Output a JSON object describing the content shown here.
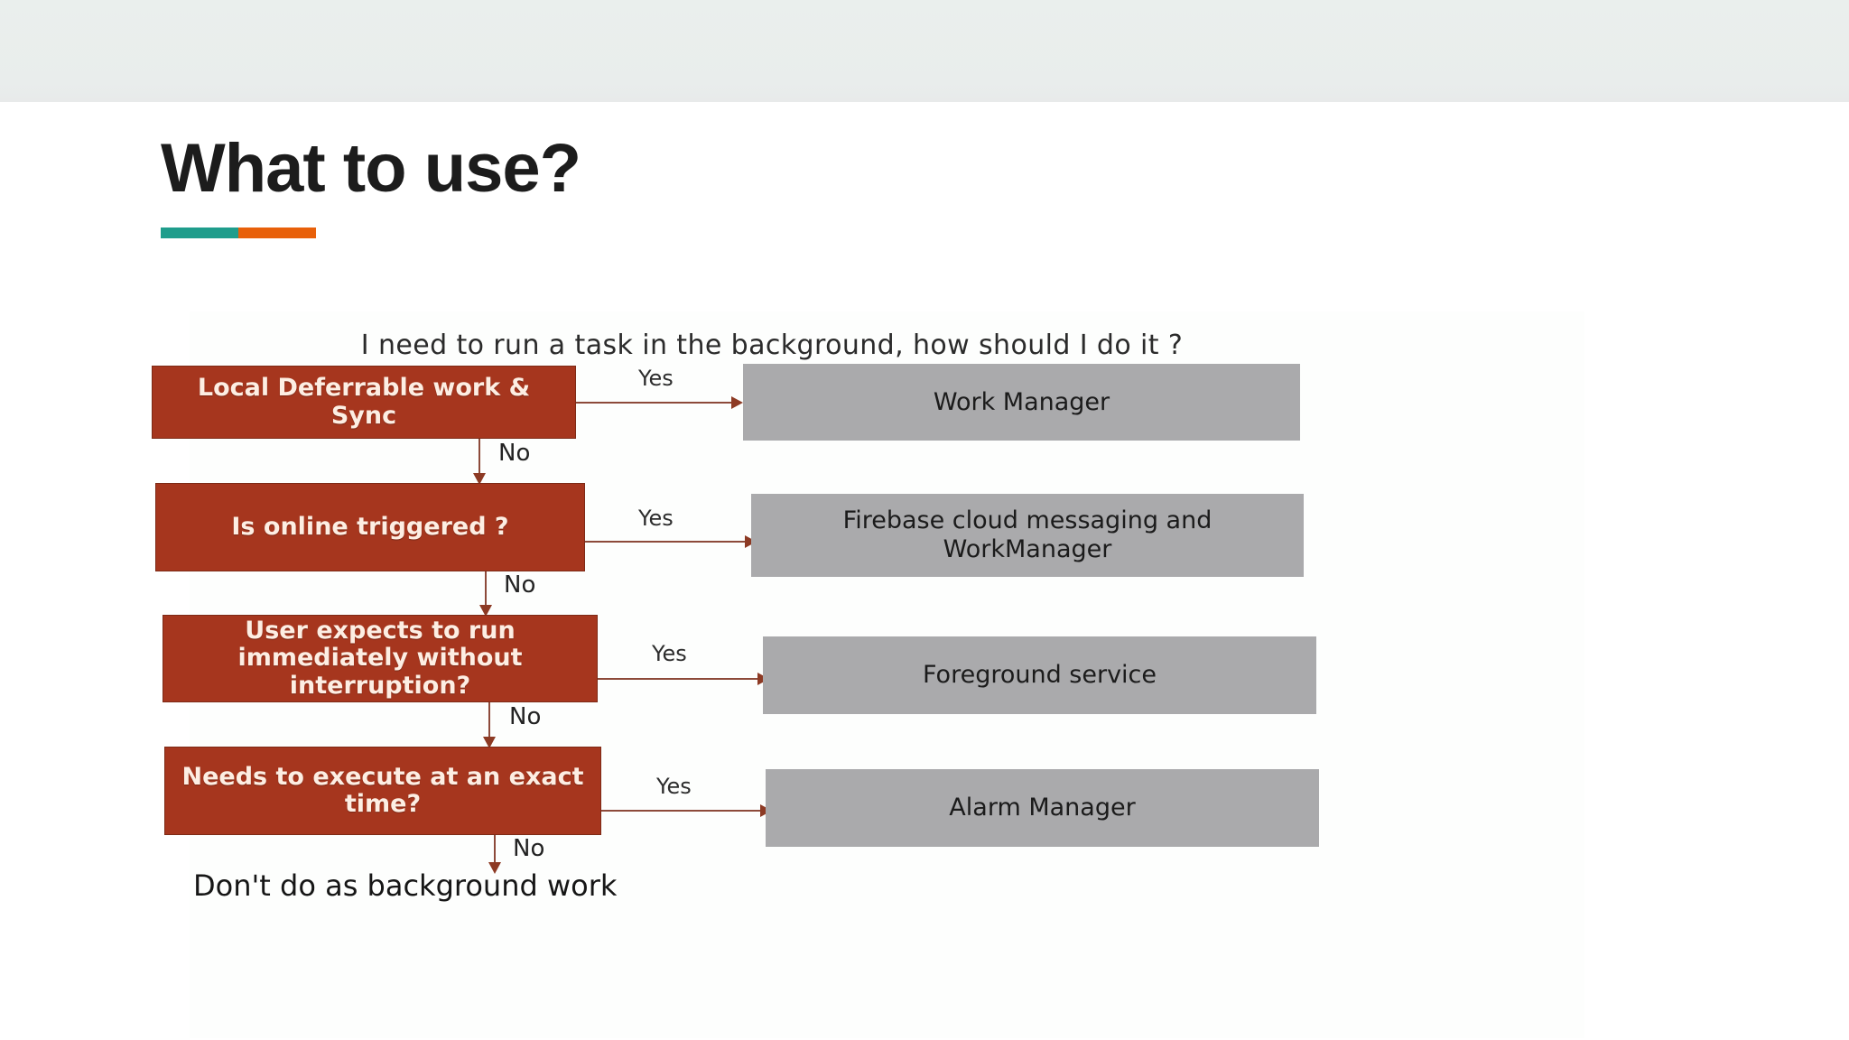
{
  "slide": {
    "title": "What to use?",
    "accent_teal": "#1f9d8c",
    "accent_orange": "#e8600a",
    "top_band_color": "#e9edec"
  },
  "flowchart": {
    "question": "I need to run a task in the background, how should I do it ?",
    "decision_box_color": "#a6361e",
    "result_box_color": "#aaaaac",
    "connector_color": "#8d4a3a",
    "yes_label": "Yes",
    "no_label": "No",
    "rows": [
      {
        "decision": "Local Deferrable work & Sync",
        "yes": "Yes",
        "result": "Work Manager",
        "no": "No"
      },
      {
        "decision": "Is online triggered ?",
        "yes": "Yes",
        "result": "Firebase cloud messaging and WorkManager",
        "no": "No"
      },
      {
        "decision": "User expects to run immediately without interruption?",
        "yes": "Yes",
        "result": "Foreground service",
        "no": "No"
      },
      {
        "decision": "Needs to execute at an exact time?",
        "yes": "Yes",
        "result": "Alarm Manager",
        "no": "No"
      }
    ],
    "terminal": "Don't do as background work"
  }
}
